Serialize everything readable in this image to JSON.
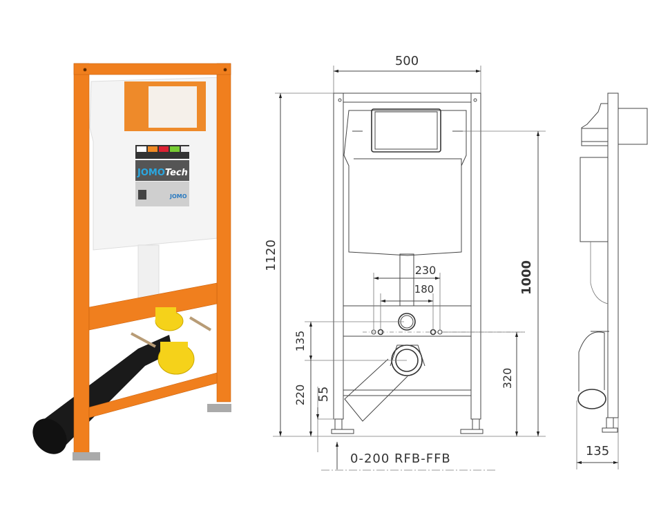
{
  "product_photo": {
    "brand_label": "JOMO",
    "brand_label_suffix": "Tech",
    "small_logo": "JOMO",
    "frame_color": "#f07f1e",
    "fitting_color": "#f5d21a",
    "pipe_color": "#1a1a1a"
  },
  "front_view": {
    "width_label": "500",
    "total_height_label": "1120",
    "dim_230": "230",
    "dim_180": "180",
    "dim_135": "135",
    "dim_220": "220",
    "dim_55": "55",
    "dim_320": "320",
    "dim_1000": "1000",
    "floor_label": "0-200  RFB-FFB"
  },
  "side_view": {
    "depth_label": "135"
  }
}
